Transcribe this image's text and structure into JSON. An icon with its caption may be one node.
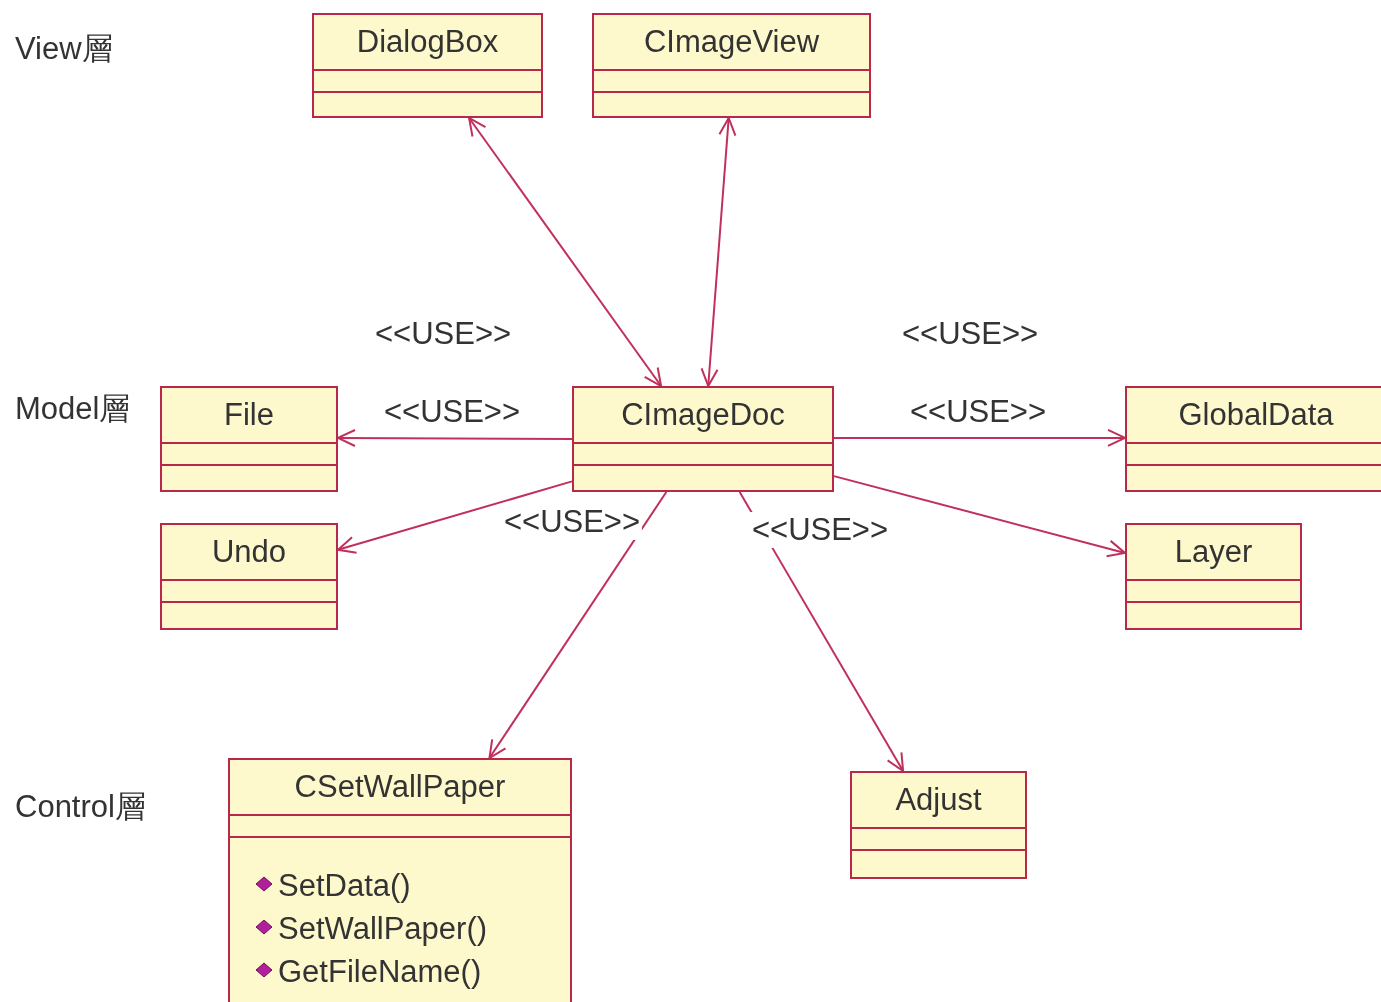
{
  "diagram": {
    "nodes": [
      {
        "text": [
          "DialogBox"
        ]
      },
      {
        "text": [
          "CImageView"
        ]
      },
      {
        "text": [
          "File"
        ]
      },
      {
        "text": [
          "CImageDoc"
        ]
      },
      {
        "text": [
          "GlobalData"
        ]
      },
      {
        "text": [
          "Undo"
        ]
      },
      {
        "text": [
          "Layer"
        ]
      },
      {
        "text": [
          "CSetWallPaper",
          "SetData()",
          "SetWallPaper()",
          "GetFileName()"
        ]
      },
      {
        "text": [
          "Adjust"
        ]
      }
    ],
    "edges": [
      {
        "from": 0,
        "to": 3,
        "arrow": "both"
      },
      {
        "from": 1,
        "to": 3,
        "arrow": "both"
      },
      {
        "from": 3,
        "to": 2,
        "arrow": "to",
        "label": "<<USE>>"
      },
      {
        "from": 3,
        "to": 4,
        "arrow": "to",
        "label": "<<USE>>"
      },
      {
        "from": 3,
        "to": 5,
        "arrow": "to"
      },
      {
        "from": 3,
        "to": 6,
        "arrow": "to"
      },
      {
        "from": 3,
        "to": 7,
        "arrow": "to",
        "label": "<<USE>>"
      },
      {
        "from": 3,
        "to": 8,
        "arrow": "to",
        "label": "<<USE>>"
      }
    ],
    "labels": [
      "View層",
      "<<USE>>",
      "<<USE>>",
      "Model層",
      "Control層"
    ]
  }
}
